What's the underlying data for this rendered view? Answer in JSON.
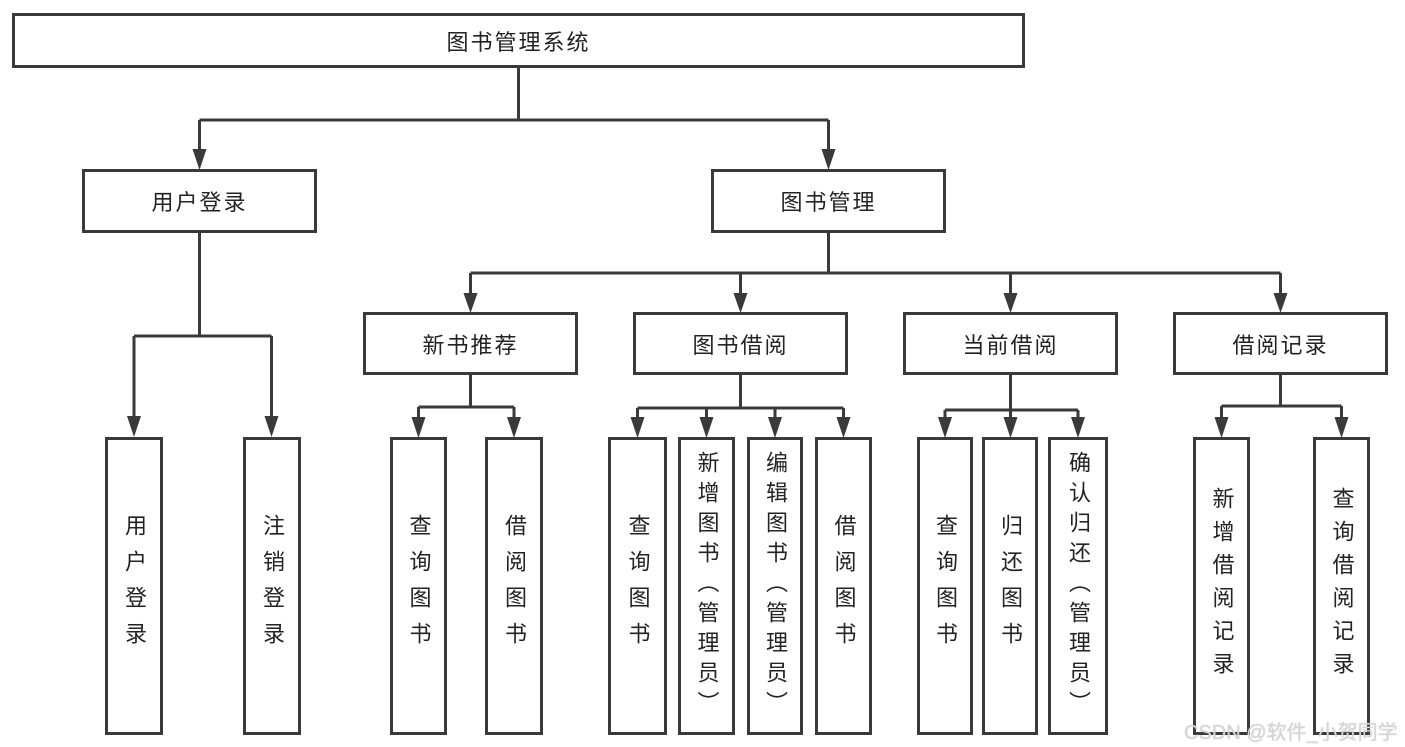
{
  "colors": {
    "line": "#3a3a3a",
    "box_border": "#3a3a3a",
    "text": "#232323",
    "background": "#ffffff",
    "watermark": "#d6d6d6"
  },
  "tree": {
    "root": "图书管理系统",
    "branches": [
      {
        "label": "用户登录",
        "children": [
          {
            "label": "用户登录"
          },
          {
            "label": "注销登录"
          }
        ]
      },
      {
        "label": "图书管理",
        "groups": [
          {
            "label": "新书推荐",
            "children": [
              {
                "label": "查询图书"
              },
              {
                "label": "借阅图书"
              }
            ]
          },
          {
            "label": "图书借阅",
            "children": [
              {
                "label": "查询图书"
              },
              {
                "label": "新增图书（管理员）"
              },
              {
                "label": "编辑图书（管理员）"
              },
              {
                "label": "借阅图书"
              }
            ]
          },
          {
            "label": "当前借阅",
            "children": [
              {
                "label": "查询图书"
              },
              {
                "label": "归还图书"
              },
              {
                "label": "确认归还（管理员）"
              }
            ]
          },
          {
            "label": "借阅记录",
            "children": [
              {
                "label": "新增借阅记录"
              },
              {
                "label": "查询借阅记录"
              }
            ]
          }
        ]
      }
    ]
  },
  "watermark": "CSDN @软件_小贺同学"
}
